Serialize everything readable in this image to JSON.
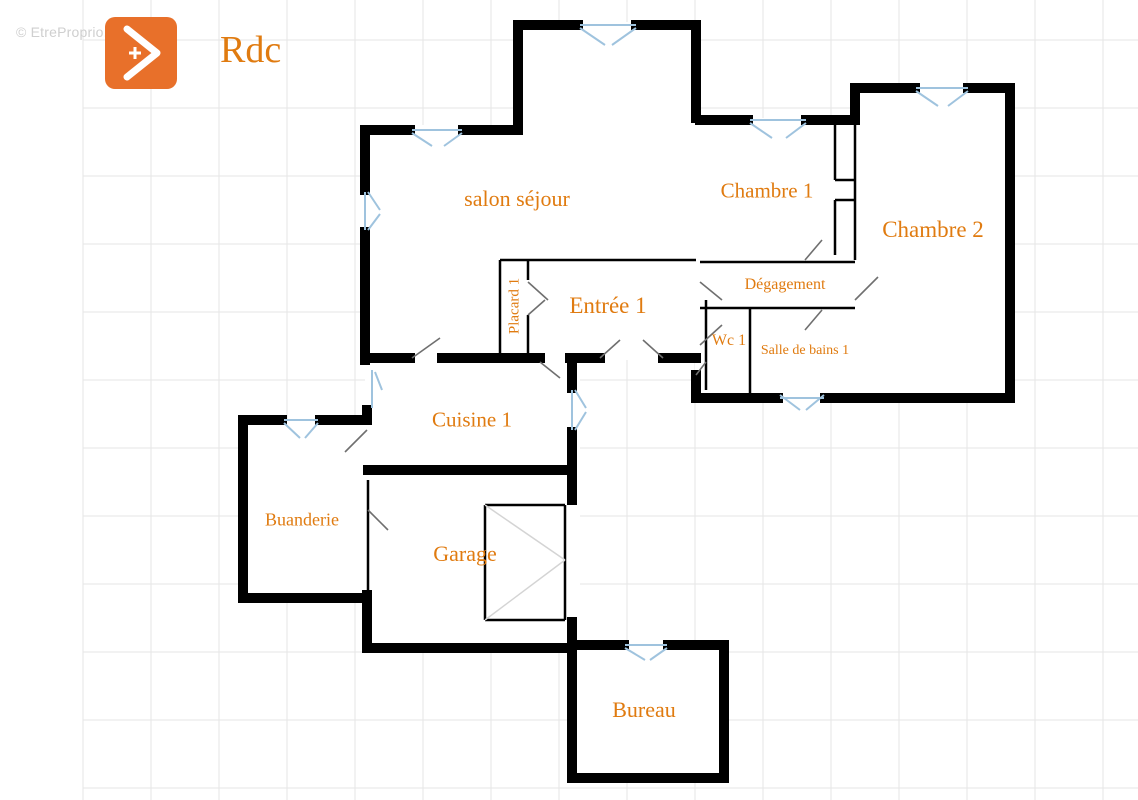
{
  "watermark": "© EtreProprio.com",
  "logo_icon": "logo-arrow-plus-icon",
  "title": "Rdc",
  "colors": {
    "label": "#e07b10",
    "wall": "#000000",
    "grid": "#e6e6e6",
    "logo": "#e8702a",
    "window": "#9fc3de"
  },
  "rooms": {
    "salon": "salon séjour",
    "chambre1": "Chambre 1",
    "chambre2": "Chambre 2",
    "degagement": "Dégagement",
    "entree": "Entrée 1",
    "placard": "Placard 1",
    "wc": "Wc 1",
    "salle_de_bains": "Salle de bains 1",
    "cuisine": "Cuisine 1",
    "buanderie": "Buanderie",
    "garage": "Garage",
    "bureau": "Bureau"
  }
}
